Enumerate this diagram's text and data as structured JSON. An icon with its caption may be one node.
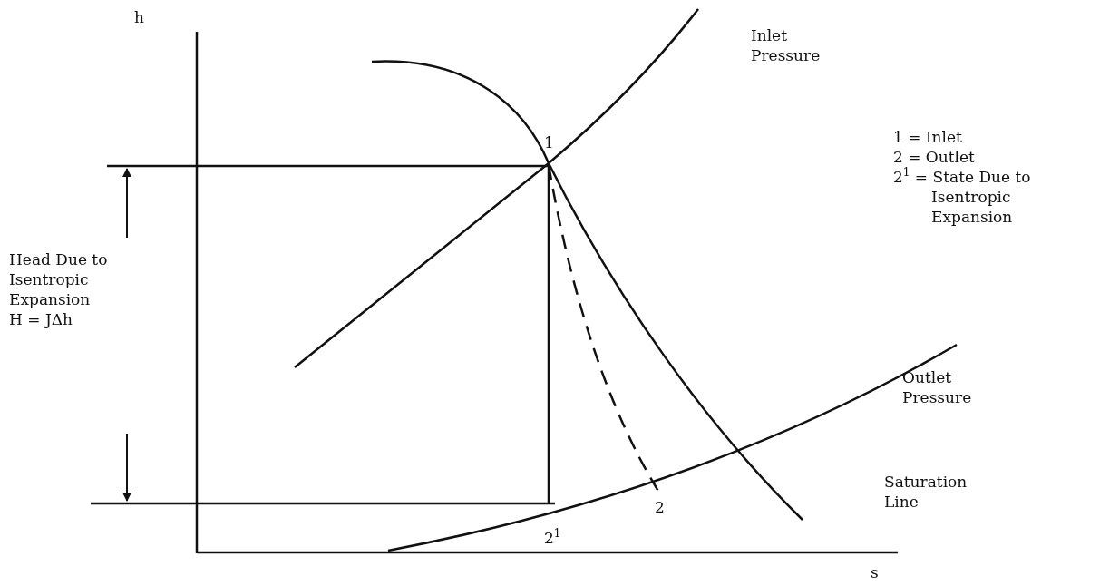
{
  "diagram": {
    "labels": [
      "h",
      "Inlet Pressure",
      "1",
      "1 = Inlet",
      "2 = Outlet",
      "2$^{1}$ = State Due to Isentropic Expansion",
      "Head Due to Isentropic Expansion",
      "H = JΔh",
      "Outlet Pressure",
      "2",
      "2$^{1}$",
      "Saturation Line",
      "s"
    ]
  }
}
